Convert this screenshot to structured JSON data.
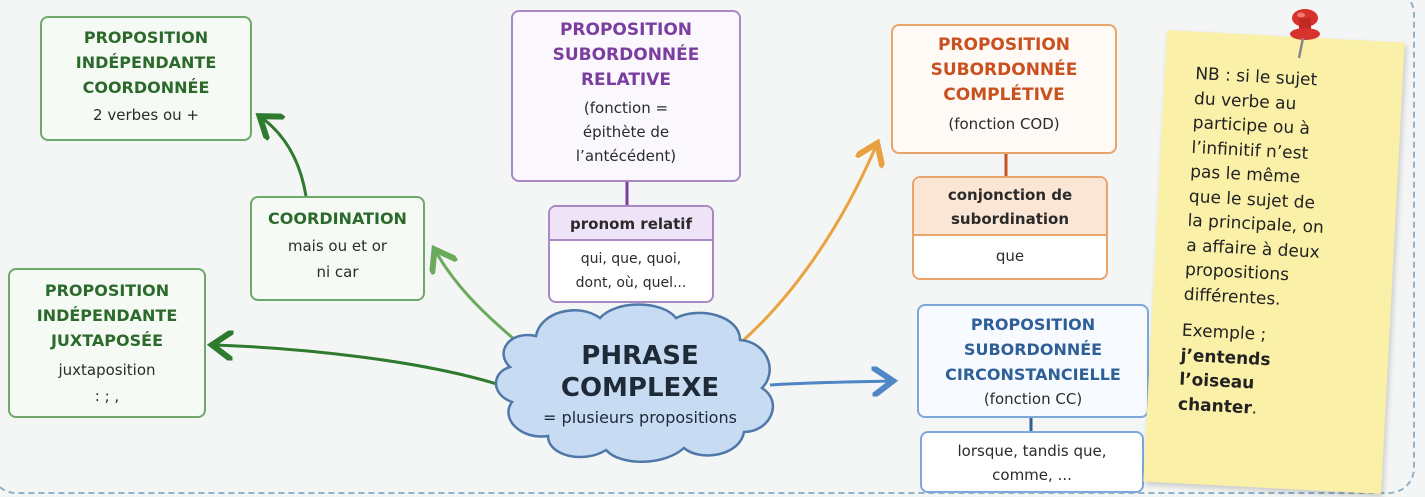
{
  "center": {
    "title_line1": "PHRASE",
    "title_line2": "COMPLEXE",
    "subtitle": "= plusieurs propositions"
  },
  "coordonnee": {
    "title": "PROPOSITION\nINDÉPENDANTE\nCOORDONNÉE",
    "detail": "2 verbes ou +"
  },
  "coordination": {
    "title": "COORDINATION",
    "detail": "mais ou et or\nni car"
  },
  "juxtaposee": {
    "title": "PROPOSITION\nINDÉPENDANTE\nJUXTAPOSÉE",
    "detail": "juxtaposition\n: ; ,"
  },
  "relative": {
    "title": "PROPOSITION\nSUBORDONNÉE\nRELATIVE",
    "detail": "(fonction =\népithète de\nl’antécédent)",
    "link_label": "pronom relatif",
    "link_values": "qui, que, quoi,\ndont, où, quel..."
  },
  "completive": {
    "title": "PROPOSITION\nSUBORDONNÉE\nCOMPLÉTIVE",
    "detail": "(fonction COD)",
    "link_label": "conjonction de\nsubordination",
    "link_values": "que"
  },
  "circonstancielle": {
    "title": "PROPOSITION\nSUBORDONNÉE\nCIRCONSTANCIELLE",
    "detail": "(fonction CC)",
    "link_values": "lorsque, tandis que,\ncomme, ..."
  },
  "note": {
    "lines": [
      "NB : si le sujet",
      "du verbe au",
      "participe ou à",
      "l’infinitif n’est",
      "pas le même",
      "que le sujet de",
      "la principale, on",
      "a affaire à deux",
      "propositions",
      "différentes."
    ],
    "example_label": "Exemple ;",
    "example_text": "j’entends\nl’oiseau\nchanter",
    "example_end": "."
  },
  "colors": {
    "green": "#2b6a2b",
    "purple": "#7b3e9e",
    "orange": "#c8511f",
    "blue": "#2f5f97",
    "note": "#fbf0a8",
    "cloud": "#c7dcf2"
  },
  "icons": [
    "push-pin-icon"
  ]
}
